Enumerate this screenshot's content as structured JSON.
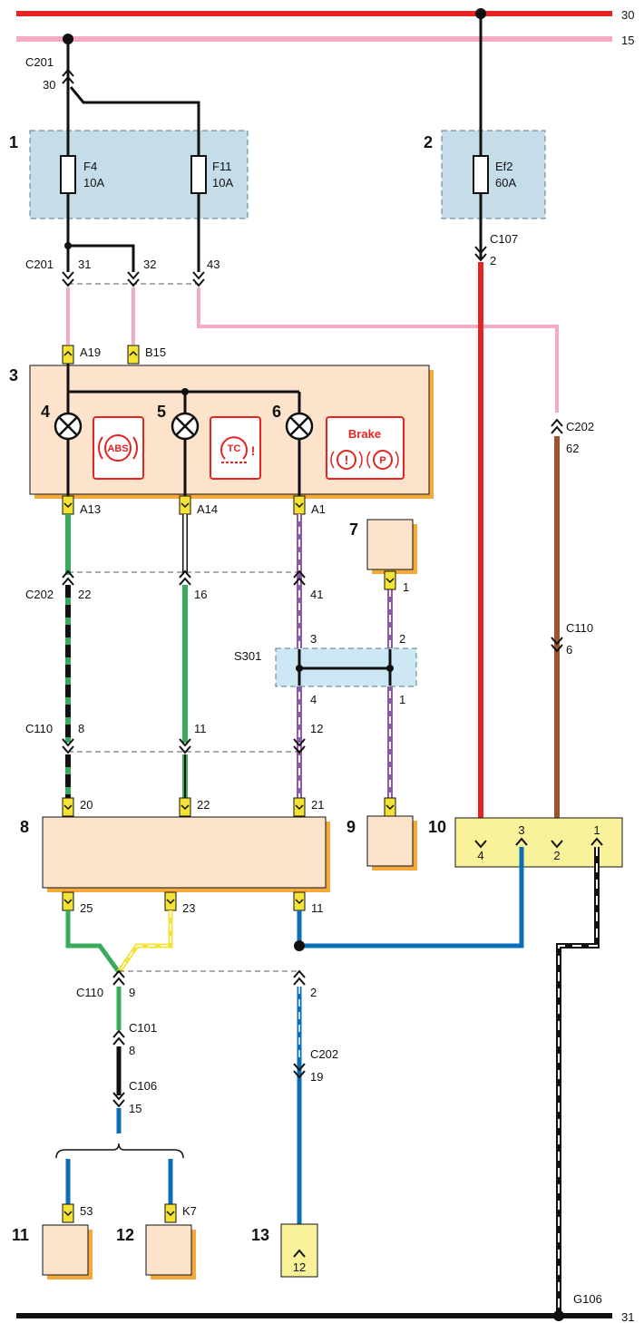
{
  "rails": {
    "top": "30",
    "second": "15",
    "ground": "31"
  },
  "components": {
    "c1": "1",
    "c2": "2",
    "c3": "3",
    "c4": "4",
    "c5": "5",
    "c6": "6",
    "c7": "7",
    "c8": "8",
    "c9": "9",
    "c10": "10",
    "c11": "11",
    "c12": "12",
    "c13": "13"
  },
  "fuses": {
    "f4_name": "F4",
    "f4_rating": "10A",
    "f11_name": "F11",
    "f11_rating": "10A",
    "ef2_name": "Ef2",
    "ef2_rating": "60A"
  },
  "connectors": {
    "c201_top": "C201",
    "c201_top_pin": "30",
    "c201_mid": "C201",
    "c201_pin31": "31",
    "c201_pin32": "32",
    "c201_pin43": "43",
    "c107": "C107",
    "c107_pin": "2",
    "a19": "A19",
    "b15": "B15",
    "a13": "A13",
    "a14": "A14",
    "a1": "A1",
    "c202_a": "C202",
    "c202_a_pin": "62",
    "c202_b": "C202",
    "c202_pin22": "22",
    "c202_pin16": "16",
    "c202_pin41": "41",
    "c110_a": "C110",
    "c110_a_pin": "6",
    "s301": "S301",
    "s301_pin3": "3",
    "s301_pin4": "4",
    "s301_pin2": "2",
    "s301_pin1": "1",
    "c7_pin": "1",
    "c110_b": "C110",
    "c110_pin8": "8",
    "c110_pin11": "11",
    "c110_pin12": "12",
    "m8_pin20": "20",
    "m8_pin22": "22",
    "m8_pin21": "21",
    "m8_pin25": "25",
    "m8_pin23": "23",
    "m8_pin11": "11",
    "m10_pin4": "4",
    "m10_pin3": "3",
    "m10_pin2": "2",
    "m10_pin1": "1",
    "c110_c": "C110",
    "c110_c_pin": "9",
    "c202_c_pin2": "2",
    "c101": "C101",
    "c101_pin": "8",
    "c106": "C106",
    "c106_pin": "15",
    "c202_d": "C202",
    "c202_d_pin": "19",
    "m11_pin": "53",
    "m12_pin": "K7",
    "m13_pin": "12",
    "g106": "G106"
  },
  "icons": {
    "abs": "ABS",
    "tc": "TC",
    "tc_mark": "!",
    "brake": "Brake",
    "brake_warn": "!",
    "brake_park": "P"
  },
  "colors": {
    "red": "#e52421",
    "pink": "#f4a9c4",
    "black": "#111111",
    "green": "#3aaa5c",
    "purple": "#8e5aa8",
    "brown": "#a0522d",
    "blue": "#0a6fb8",
    "yellow": "#f4e234",
    "fuse_box": "#c5dde9",
    "module": "#fde3cc",
    "module_shadow": "#f6a93b",
    "splice": "#cde8f5",
    "ecu10": "#f8f29a"
  }
}
